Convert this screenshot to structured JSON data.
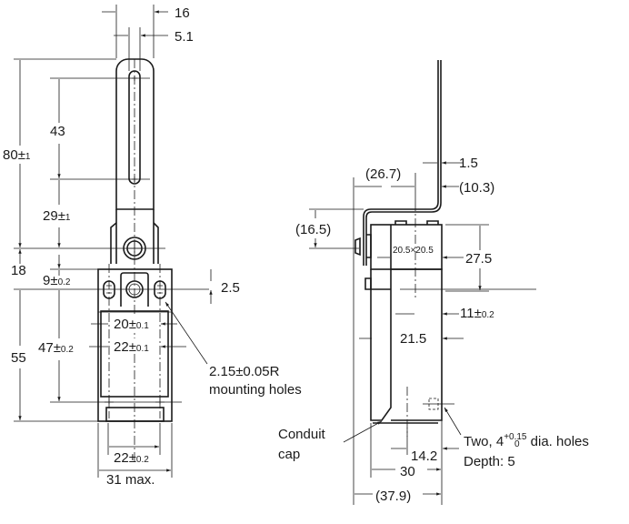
{
  "front_view": {
    "dims": {
      "lever_width": "16",
      "slot_width": "5.1",
      "lever_length": {
        "main": "80",
        "pm": "±",
        "tol": "1"
      },
      "slot_length": "43",
      "slot_to_pivot": {
        "main": "29",
        "pm": "±",
        "tol": "1"
      },
      "pivot_to_holes": "18",
      "top_to_holes": {
        "main": "9",
        "pm": "±",
        "tol": "0.2"
      },
      "body_height": "55",
      "hole_pitch_vertical": {
        "main": "47",
        "pm": "±",
        "tol": "0.2"
      },
      "hole_offset": "2.5",
      "hole_pitch_top": {
        "main": "20",
        "pm": "±",
        "tol": "0.1"
      },
      "hole_pitch_top_outer": {
        "main": "22",
        "pm": "±",
        "tol": "0.1"
      },
      "hole_pitch_bottom": {
        "main": "22",
        "pm": "±",
        "tol": "0.2"
      },
      "body_width": "31 max."
    },
    "note_holes": {
      "line1": "2.15±0.05R",
      "line2": "mounting holes"
    }
  },
  "side_view": {
    "dims": {
      "rod_thickness": "1.5",
      "rod_offset_left": "(26.7)",
      "rod_offset_right": "(10.3)",
      "rod_height": "(16.5)",
      "head_height": "27.5",
      "head_size": "20.5×20.5",
      "hole_center": {
        "main": "11",
        "pm": "±",
        "tol": "0.2"
      },
      "body_depth_upper": "21.5",
      "hole_center_lower": "14.2",
      "body_depth": "30",
      "total_depth": "(37.9)"
    },
    "note_conduit": {
      "line1": "Conduit",
      "line2": "cap"
    },
    "note_side_holes": {
      "prefix": "Two, 4",
      "tol_plus": "+0.15",
      "tol_minus": "0",
      "suffix": " dia. holes",
      "line2": "Depth: 5"
    }
  }
}
